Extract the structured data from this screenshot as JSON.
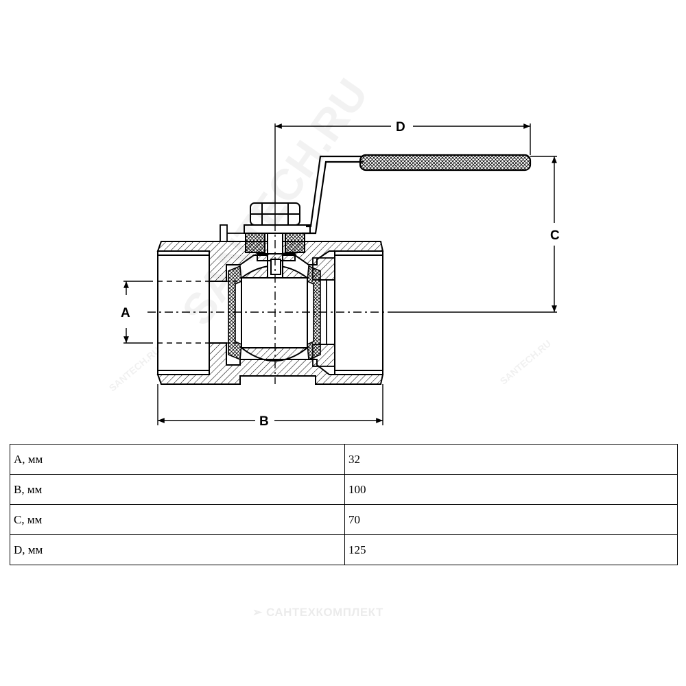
{
  "diagram": {
    "labels": {
      "a": "A",
      "b": "B",
      "c": "C",
      "d": "D"
    }
  },
  "table": {
    "rows": [
      {
        "param": "A, мм",
        "value": "32"
      },
      {
        "param": "B, мм",
        "value": "100"
      },
      {
        "param": "C, мм",
        "value": "70"
      },
      {
        "param": "D, мм",
        "value": "125"
      }
    ]
  },
  "watermarks": {
    "main": "SANTECH.RU",
    "small": "SANTECH.RU",
    "bottom": "САНТЕХКОМПЛЕКТ"
  }
}
